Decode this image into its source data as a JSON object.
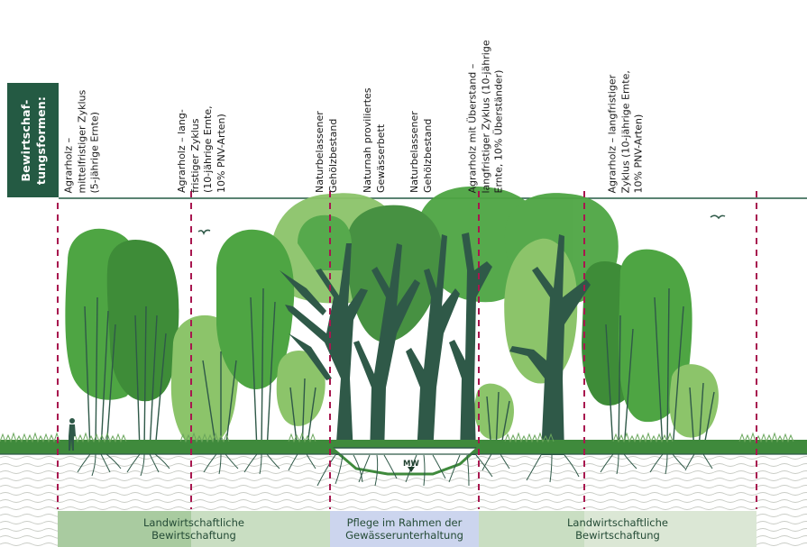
{
  "side_label": {
    "line1": "Bewirtschaf-",
    "line2": "tungsformen:"
  },
  "columns": [
    {
      "lines": [
        "Agrarholz –",
        "mittelfristiger Zyklus",
        "(5-jährige Ernte)"
      ]
    },
    {
      "lines": [
        "Agrarholz – lang-",
        "fristiger Zyklus",
        "(10-jährige Ernte,",
        "10% PNV-Arten)"
      ]
    },
    {
      "lines": [
        "Naturbelassener",
        "Gehölzbestand"
      ]
    },
    {
      "lines": [
        "Naturnah proviliertes",
        "Gewässerbett"
      ]
    },
    {
      "lines": [
        "Naturbelassener",
        "Gehölzbestand"
      ]
    },
    {
      "lines": [
        "Agrarholz mit Überstand –",
        "langfristiger Zyklus (10-jährige",
        "Ernte, 10% Überständer)"
      ]
    },
    {
      "lines": [
        "Agrarholz – langfristiger",
        "Zyklus (10-jährige Ernte,",
        "10% PNV-Arten)"
      ]
    }
  ],
  "water_marker": "MW",
  "bands": [
    {
      "line1": "Landwirtschaftliche",
      "line2": "Bewirtschaftung"
    },
    {
      "line1": "Pflege im Rahmen der",
      "line2": "Gewässerunterhaltung"
    },
    {
      "line1": "Landwirtschaftliche",
      "line2": "Bewirtschaftung"
    }
  ],
  "colors": {
    "dark_green": "#245a43",
    "tree_mid": "#4ea543",
    "tree_light": "#8cc46a",
    "trunk": "#2f5948",
    "divider": "#a8174f",
    "band_green": "#c9dec2",
    "band_blue": "#ccd5ee",
    "grass": "#3f8a3c"
  },
  "icons": [
    "person-icon",
    "bird-icon",
    "water-level-marker-icon"
  ]
}
